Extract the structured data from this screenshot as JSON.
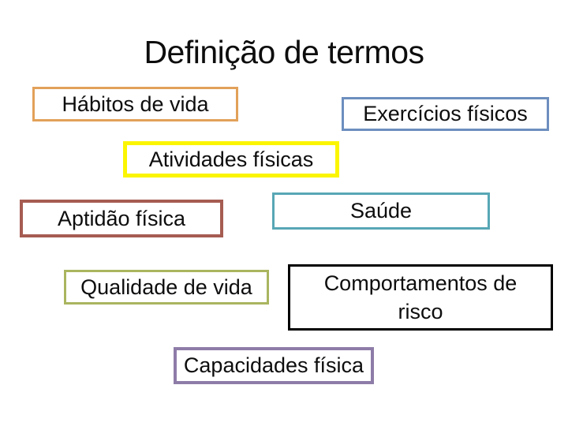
{
  "slide": {
    "title": "Definição de termos",
    "background_color": "#ffffff",
    "text_color": "#0d0d0d",
    "boxes": [
      {
        "label": "Hábitos de vida",
        "border_color": "#e2a159"
      },
      {
        "label": "Exercícios físicos",
        "border_color": "#6d8ebe"
      },
      {
        "label": "Atividades físicas",
        "border_color": "#fbf500"
      },
      {
        "label": "Aptidão física",
        "border_color": "#a65c52"
      },
      {
        "label": "Saúde",
        "border_color": "#58a7b5"
      },
      {
        "label": "Qualidade de vida",
        "border_color": "#aab55f"
      },
      {
        "label": "Comportamentos de risco",
        "lines": [
          "Comportamentos de",
          "risco"
        ],
        "border_color": "#000000"
      },
      {
        "label": "Capacidades física",
        "border_color": "#8e7ca8"
      }
    ]
  }
}
